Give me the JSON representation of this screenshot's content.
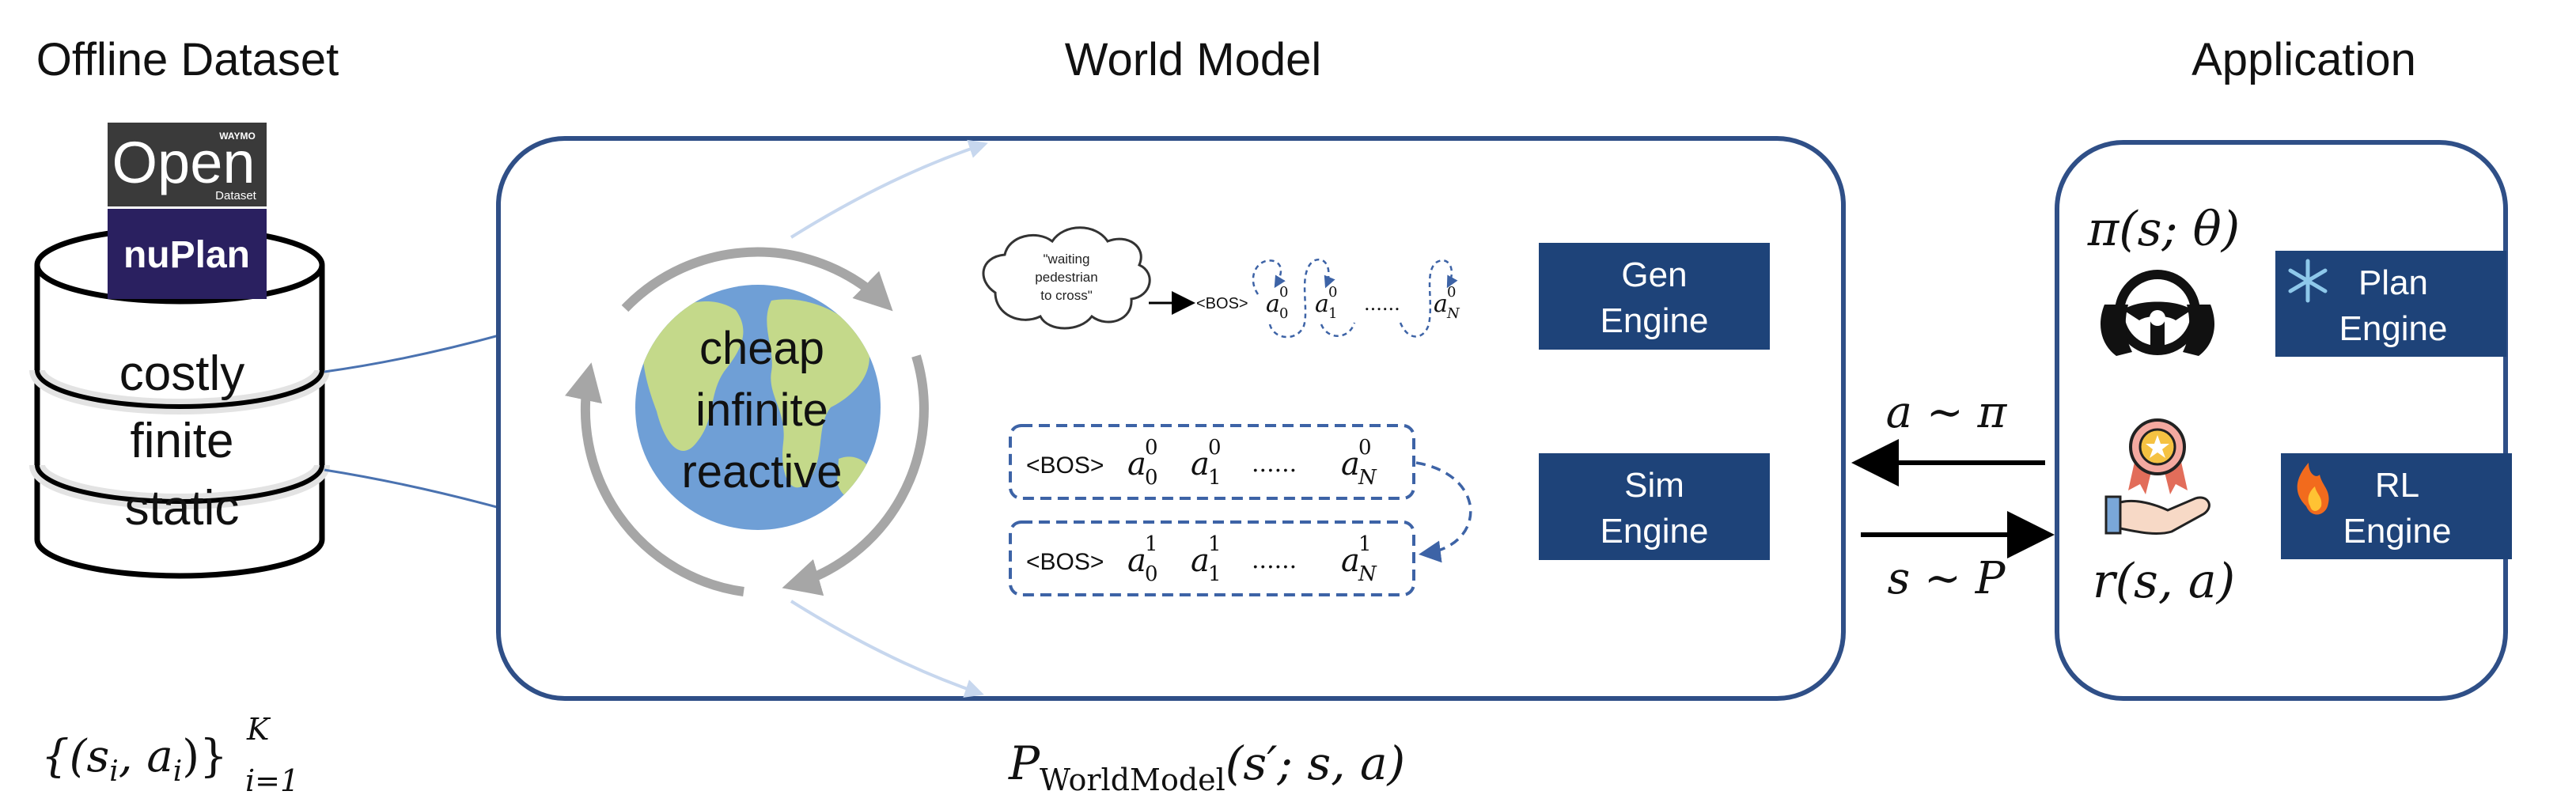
{
  "sections": {
    "offline_dataset": {
      "title": "Offline Dataset",
      "logos": {
        "waymo_small": "WAYMO",
        "waymo_big": "Open",
        "waymo_sub": "Dataset",
        "nuplan": "nuPlan"
      },
      "db_labels": [
        "costly",
        "finite",
        "static"
      ],
      "formula": {
        "set": "{(s",
        "set_sub_i": "i",
        "set_mid": ", a",
        "set_end": ")}",
        "sup": "K",
        "sub": "i=1"
      }
    },
    "world_model": {
      "title": "World Model",
      "globe_labels": [
        "cheap",
        "infinite",
        "reactive"
      ],
      "cloud_text": [
        "\"waiting",
        "pedestrian",
        "to cross\""
      ],
      "seq_top": {
        "bos": "<BOS>",
        "a0": "a",
        "a0_sup": "0",
        "a0_sub": "0",
        "a1": "a",
        "a1_sup": "0",
        "a1_sub": "1",
        "dots": "......",
        "aN": "a",
        "aN_sup": "0",
        "aN_sub": "N"
      },
      "seq_box1": {
        "bos": "<BOS>",
        "sup": "0",
        "dots": "......",
        "sub_0": "0",
        "sub_1": "1",
        "sub_N": "N"
      },
      "seq_box2": {
        "bos": "<BOS>",
        "sup": "1",
        "dots": "......",
        "sub_0": "0",
        "sub_1": "1",
        "sub_N": "N"
      },
      "gen_engine": [
        "Gen",
        "Engine"
      ],
      "sim_engine": [
        "Sim",
        "Engine"
      ],
      "formula": {
        "p": "P",
        "sub": "WorldModel",
        "args": "(s′; s, a)"
      }
    },
    "arrows": {
      "a_pi": "a ∼ π",
      "s_p": "s ∼ P"
    },
    "application": {
      "title": "Application",
      "policy": "π(s; θ)",
      "reward": "r(s, a)",
      "plan_engine": [
        "Plan",
        "Engine"
      ],
      "rl_engine": [
        "RL",
        "Engine"
      ],
      "plan_icon": "snowflake-icon",
      "rl_icon": "fire-icon"
    }
  },
  "colors": {
    "navy": "#1e4379",
    "box_border": "#2f4f87",
    "dashed_blue": "#3d63a6",
    "arrow_gray": "#a6a6a6",
    "light_blue_line": "#9bb7dc",
    "link_blue": "#4a72b0",
    "ocean": "#6f9fd6",
    "land": "#c4d98a",
    "nuplan_bg": "#2a2060",
    "waymo_bg": "#3a3a3a"
  }
}
